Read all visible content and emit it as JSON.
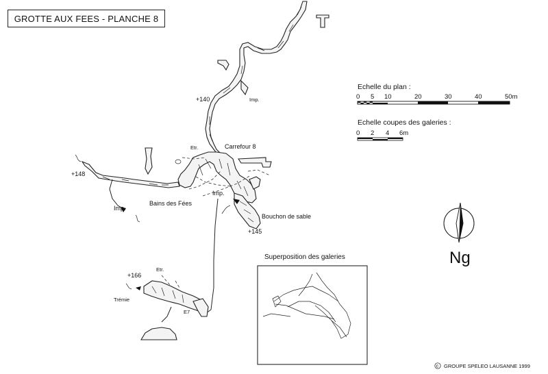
{
  "title": "GROTTE AUX FEES - PLANCHE 8",
  "scale_plan": {
    "title": "Echelle du plan :",
    "ticks": [
      "0",
      "5",
      "10",
      "20",
      "30",
      "40",
      "50m"
    ]
  },
  "scale_sections": {
    "title": "Echelle coupes des galeries  :",
    "ticks": [
      "0",
      "2",
      "4",
      "6m"
    ]
  },
  "north": {
    "label": "Ng"
  },
  "labels": {
    "plus140": "+140",
    "imp_top": "Imp.",
    "carrefour": "Carrefour 8",
    "etr_top": "Etr.",
    "plus148": "+148",
    "imp_left": "Imp.",
    "bains": "Bains des Fées",
    "imp_mid": "Imp.",
    "bouchon": "Bouchon de sable",
    "plus145": "+145",
    "plus166": "+166",
    "etr_bottom": "Etr.",
    "tremie": "Trémie",
    "e7": "E7"
  },
  "superposition": {
    "title": "Superposition des galeries"
  },
  "copyright": "GROUPE SPELEO LAUSANNE 1999"
}
